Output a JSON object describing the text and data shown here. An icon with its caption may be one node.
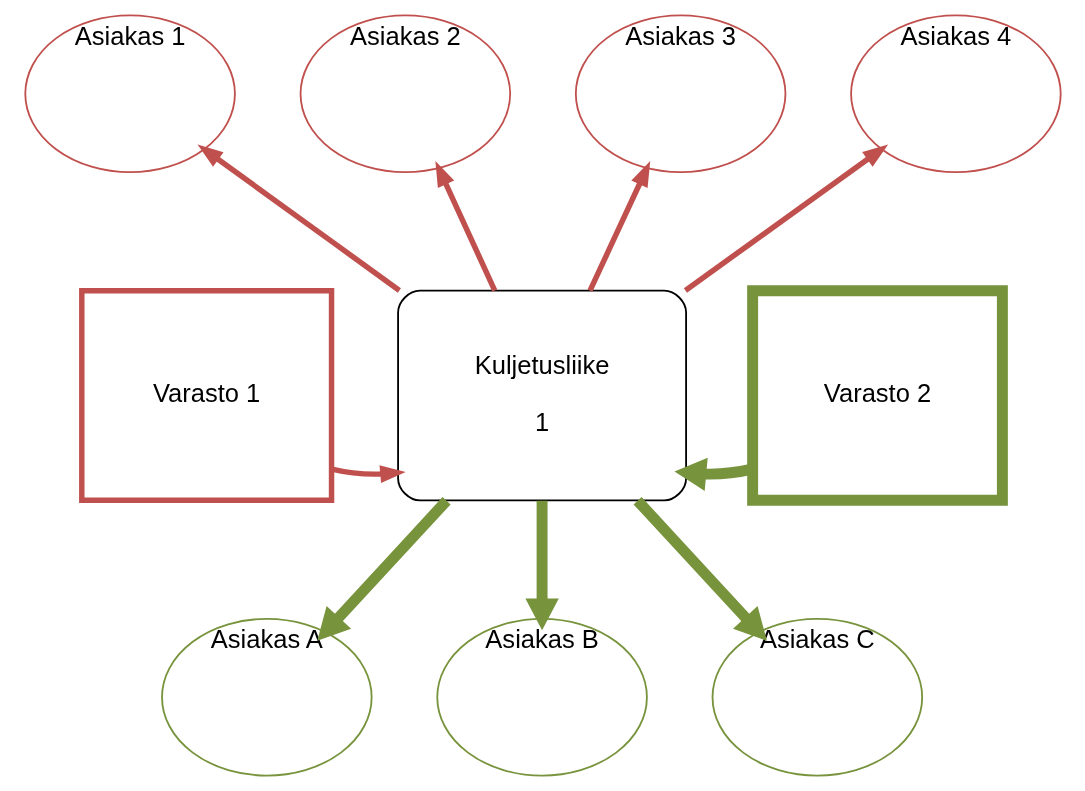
{
  "diagram": {
    "nodes": [
      {
        "text": [
          "Asiakas 1"
        ]
      },
      {
        "text": [
          "Asiakas 2"
        ]
      },
      {
        "text": [
          "Asiakas 3"
        ]
      },
      {
        "text": [
          "Asiakas 4"
        ]
      },
      {
        "text": [
          "Varasto 1"
        ]
      },
      {
        "text": [
          "Kuljetusliike",
          "1"
        ]
      },
      {
        "text": [
          "Varasto 2"
        ]
      },
      {
        "text": [
          "Asiakas A"
        ]
      },
      {
        "text": [
          "Asiakas B"
        ]
      },
      {
        "text": [
          "Asiakas C"
        ]
      }
    ],
    "edges": [
      {
        "from": 5,
        "to": 0,
        "arrow": "to"
      },
      {
        "from": 5,
        "to": 1,
        "arrow": "to"
      },
      {
        "from": 5,
        "to": 2,
        "arrow": "to"
      },
      {
        "from": 5,
        "to": 3,
        "arrow": "to"
      },
      {
        "from": 4,
        "to": 5,
        "arrow": "to"
      },
      {
        "from": 6,
        "to": 5,
        "arrow": "to",
        "style": "thick",
        "color": "#77933c"
      },
      {
        "from": 5,
        "to": 7,
        "arrow": "to",
        "style": "thick",
        "color": "#77933c"
      },
      {
        "from": 5,
        "to": 8,
        "arrow": "to",
        "style": "thick",
        "color": "#77933c"
      },
      {
        "from": 5,
        "to": 9,
        "arrow": "to",
        "style": "thick",
        "color": "#77933c"
      }
    ]
  }
}
